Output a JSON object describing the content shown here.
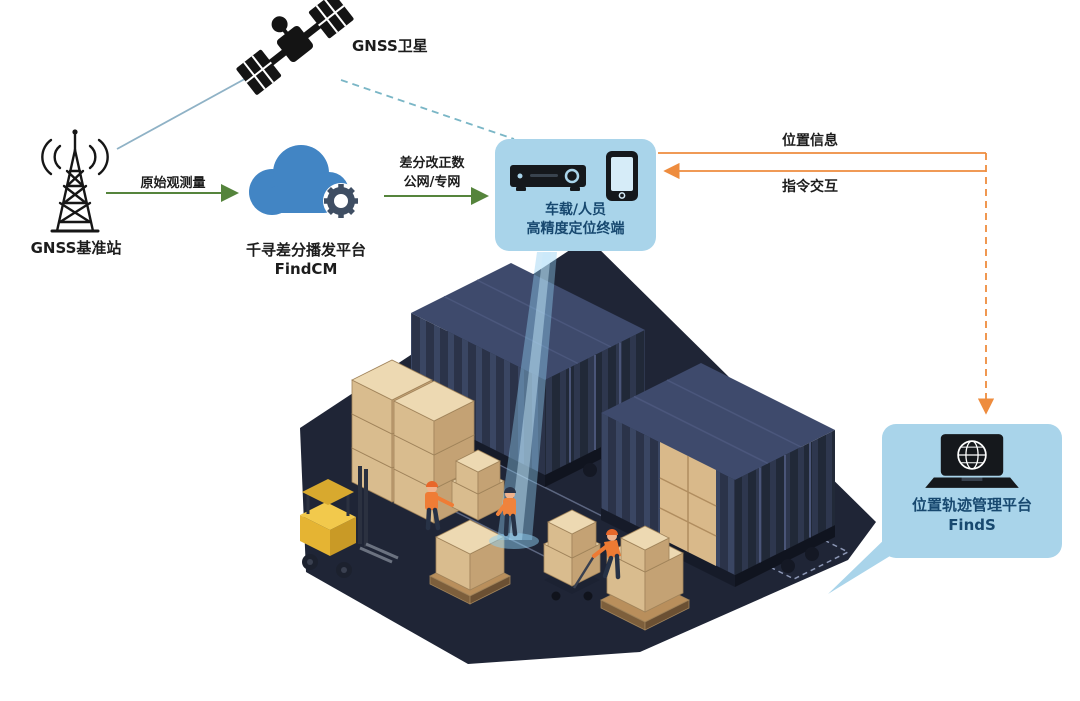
{
  "diagram": {
    "satellite": {
      "label": "GNSS卫星"
    },
    "base_station": {
      "label": "GNSS基准站"
    },
    "cloud": {
      "name": "千寻差分播发平台",
      "product": "FindCM"
    },
    "terminal": {
      "line1": "车载/人员",
      "line2": "高精度定位终端"
    },
    "platform": {
      "name": "位置轨迹管理平台",
      "product": "FindS"
    },
    "links": {
      "raw_obs": "原始观测量",
      "corr1": "差分改正数",
      "corr2": "公网/专网",
      "position_info": "位置信息",
      "command": "指令交互"
    }
  },
  "colors": {
    "panel_blue": "#a9d4ea",
    "label_navy": "#17486f",
    "arrow_green": "#55843c",
    "arrow_orange": "#ee8c3e",
    "cloud_blue": "#4285c4",
    "satellite_link_blue": "#8fb2c6",
    "terminal_link_teal": "#7ab6c6",
    "ground_navy": "#1f2536",
    "container_navy": "#2b3349",
    "box_tan": "#d9bc8e",
    "forklift_yellow": "#e5b433",
    "vest_orange": "#ee7a33",
    "beam_blue": "#8ecdf0"
  },
  "icons": {
    "satellite": "satellite-icon",
    "base_station": "antenna-tower-icon",
    "cloud": "cloud-gear-icon",
    "terminal": "dvr-and-phone-icon",
    "platform": "laptop-globe-icon"
  },
  "scene": {
    "items": [
      "shipping-containers",
      "cardboard-box-pallets",
      "forklift",
      "warehouse-workers",
      "pallet-jack",
      "positioning-beam"
    ]
  }
}
